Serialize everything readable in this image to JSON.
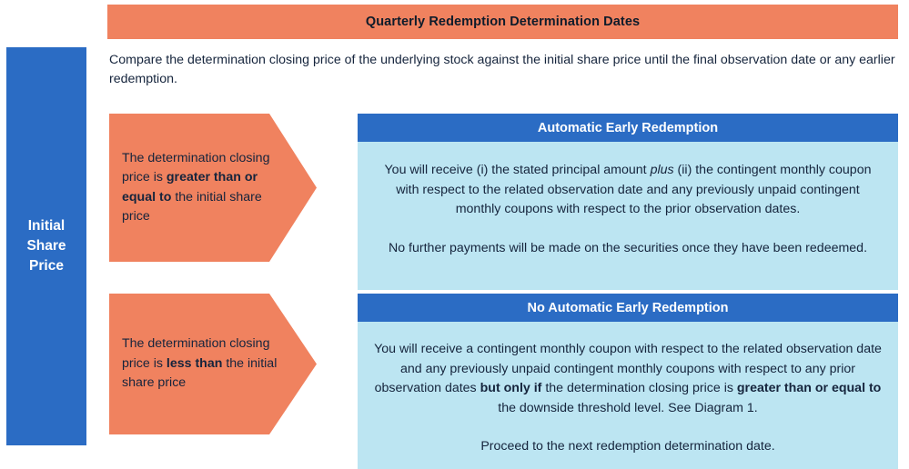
{
  "colors": {
    "orange": "#F0825F",
    "blue": "#2B6CC4",
    "light_blue": "#BCE5F2",
    "text_dark": "#15243c",
    "white": "#ffffff"
  },
  "title_bar": {
    "text": "Quarterly Redemption Determination Dates"
  },
  "initial_band": {
    "label": "Initial\nShare\nPrice"
  },
  "intro": {
    "text": "Compare the determination closing price of the underlying stock against the initial share price until the final observation date or any earlier redemption."
  },
  "branches": [
    {
      "condition": {
        "lead": "The determination closing price is ",
        "emphasis": "greater than or equal to",
        "trail": " the initial share price"
      },
      "outcome": {
        "header": "Automatic Early Redemption",
        "paragraph_1": {
          "part_1": "You will receive (i) the stated principal amount ",
          "italic": "plus",
          "part_2": " (ii) the contingent monthly coupon with respect to the related observation date and any previously unpaid contingent monthly coupons with respect to the prior observation dates."
        },
        "paragraph_2": "No further payments will be made on the securities once they have been redeemed."
      }
    },
    {
      "condition": {
        "lead": "The determination closing price is ",
        "emphasis": "less than",
        "trail": " the initial share price"
      },
      "outcome": {
        "header": "No Automatic Early Redemption",
        "paragraph_1": {
          "part_1": "You will receive a contingent monthly coupon with respect to the related observation date and any previously unpaid contingent monthly coupons with respect to any prior observation dates ",
          "bold_1": "but only if",
          "part_2": " the determination closing price is ",
          "bold_2": "greater than or equal to",
          "part_3": " the downside threshold level. See Diagram 1."
        },
        "paragraph_2": "Proceed to the next redemption determination date."
      }
    }
  ]
}
